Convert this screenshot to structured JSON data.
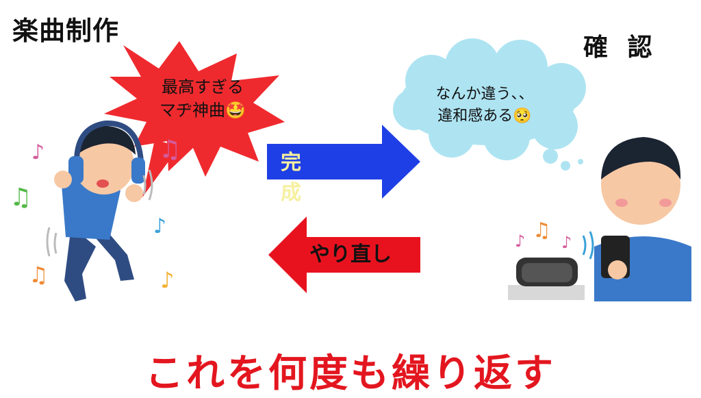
{
  "left_title": "楽曲制作",
  "right_title": "確 認",
  "burst": {
    "line1": "最高すぎる",
    "line2": "マヂ神曲🤩"
  },
  "cloud": {
    "line1": "なんか違う、、",
    "line2": "違和感ある🥺"
  },
  "arrows": {
    "forward": {
      "label": "完 成",
      "color": "#1f3fe6"
    },
    "back": {
      "label": "やり直し",
      "color": "#e8121f"
    }
  },
  "caption": "これを何度も繰り返す",
  "colors": {
    "burst_red": "#ef2a2e",
    "cloud_blue": "#aee4f2",
    "shirt_blue": "#3a79c9"
  }
}
